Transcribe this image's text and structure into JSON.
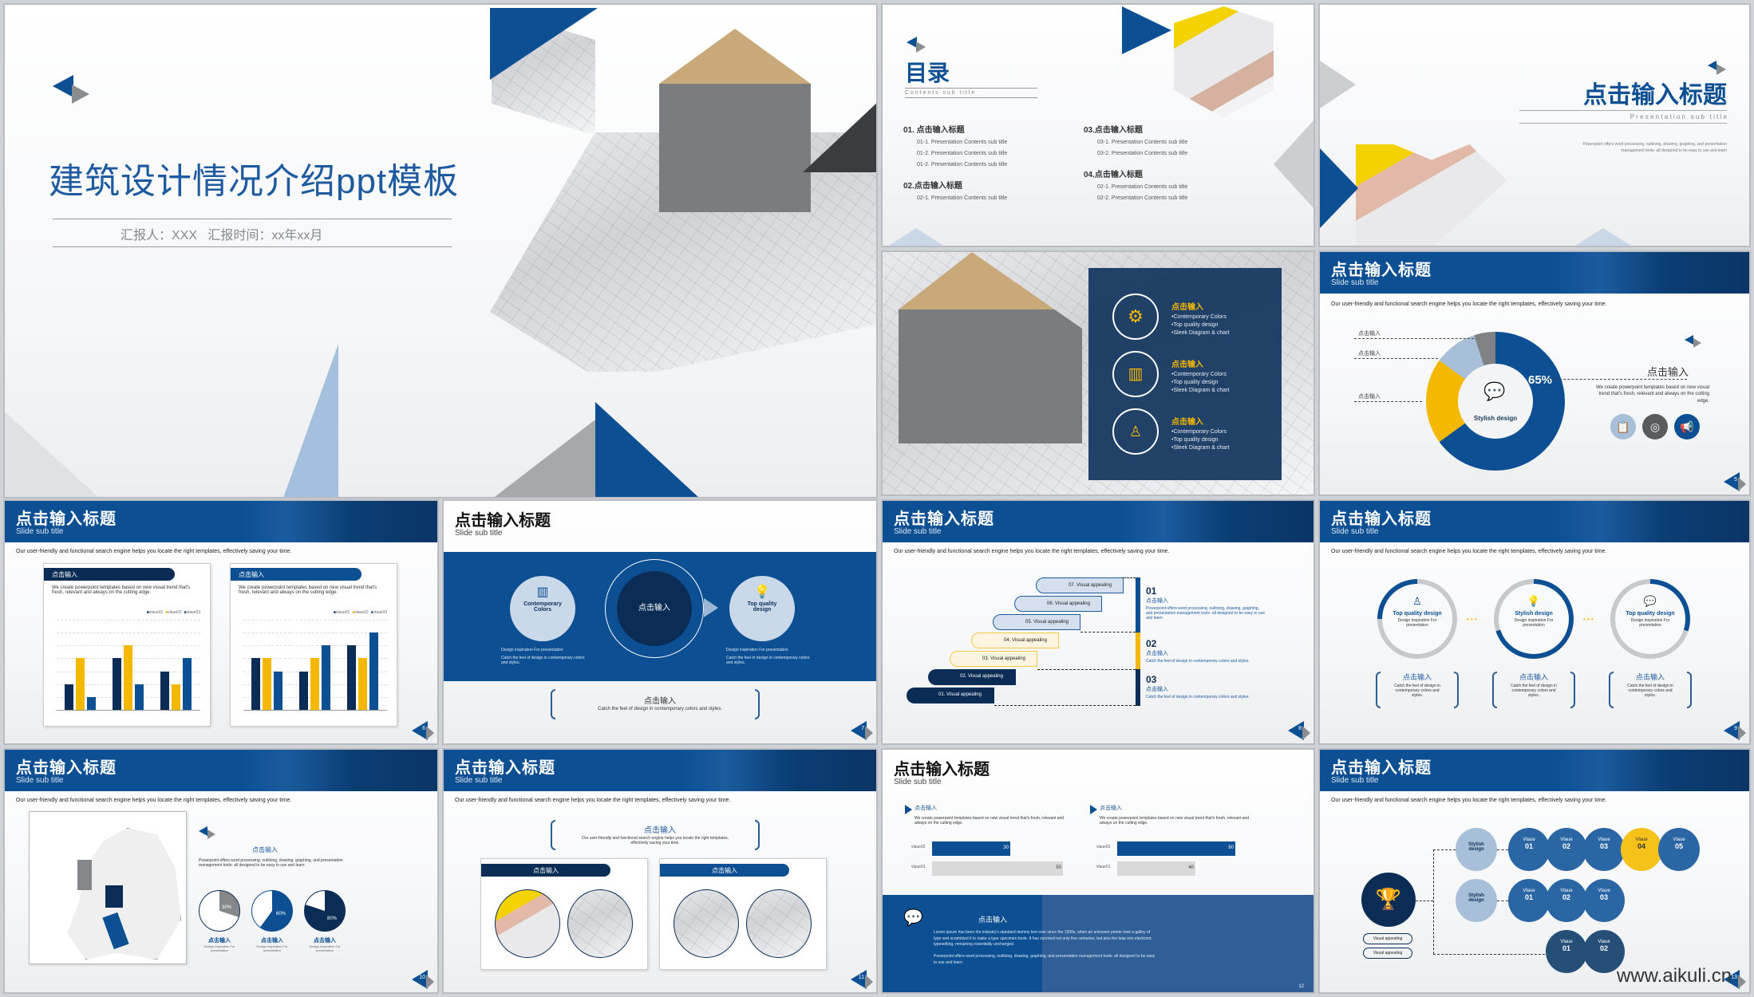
{
  "colors": {
    "primary": "#0c4f93",
    "navy": "#0b2d55",
    "accent": "#f5b800",
    "gray": "#8a8d90",
    "light": "#a7bfd8"
  },
  "slide1": {
    "title": "建筑设计情况介绍ppt模板",
    "reporter": "汇报人：XXX   汇报时间：xx年xx月"
  },
  "slide2": {
    "title": "目录",
    "subtitle": "C o n t e n t s   s u b   t i t l e",
    "sections": [
      {
        "heading": "01. 点击输入标题",
        "items": [
          "01-1. Presentation Contents sub title",
          "01-2. Presentation Contents sub title",
          "01-2. Presentation Contents sub title"
        ]
      },
      {
        "heading": "02.点击输入标题",
        "items": [
          "02-1. Presentation Contents sub title"
        ]
      },
      {
        "heading": "03.点击输入标题",
        "items": [
          "03-1. Presentation Contents sub title",
          "03-2. Presentation Contents sub title"
        ]
      },
      {
        "heading": "04.点击输入标题",
        "items": [
          "02-1. Presentation Contents sub title",
          "02-2. Presentation Contents sub title"
        ]
      }
    ]
  },
  "slide3": {
    "title": "点击输入标题",
    "subtitle": "P r e s e n t a t i o n   s u b   t i t l e",
    "desc": "Powerpoint offers word processing, outlining, drawing, graphing, and presentation management tools- all designed to be easy to use and learn"
  },
  "slide4": {
    "items": [
      {
        "icon": "gears-icon",
        "heading": "点击输入",
        "bullets": [
          "•Contemporary Colors",
          "•Top quality design",
          "•Sleek Diagram & chart"
        ]
      },
      {
        "icon": "presentation-chart-icon",
        "heading": "点击输入",
        "bullets": [
          "•Contemporary Colors",
          "•Top quality design",
          "•Sleek Diagram & chart"
        ]
      },
      {
        "icon": "org-chart-icon",
        "heading": "点击输入",
        "bullets": [
          "•Contemporary Colors",
          "•Top quality design",
          "•Sleek Diagram & chart"
        ]
      }
    ]
  },
  "common": {
    "title": "点击输入标题",
    "subtitle": "Slide sub title",
    "intro": "Our user-friendly and functional search engine helps you locate the right templates, effectively saving your time.",
    "input": "点击输入",
    "create_text": "We create powerpoint templates based on new visual trend that's fresh, relevant and always on the cutting edge.",
    "catch_text": "Catch the feel of design in contemporary colors and styles.",
    "design_inspiration": "Design inspiration For presentation",
    "visual_appealing": "Visual appealing"
  },
  "slide5": {
    "page": "5",
    "center_label": "Stylish design",
    "big_pct": "65%",
    "labels": [
      "点击输入",
      "点击输入",
      "点击输入"
    ],
    "right_heading": "点击输入",
    "right_text": "We create powerpoint templates based on new visual trend that's fresh, relevant and always on the cutting edge."
  },
  "slide6": {
    "page": "6"
  },
  "slide7": {
    "page": "7",
    "left_title": "Contemporary Colors",
    "right_title": "Top quality design",
    "center": "点击输入",
    "bullets": [
      "Design inspiration For presentation",
      "Catch the feel of design in contemporary colors and styles."
    ]
  },
  "slide8": {
    "page": "8",
    "steps": [
      "07. Visual appealing",
      "06. Visual appealing",
      "05. Visual appealing",
      "04. Visual appealing",
      "03. Visual appealing",
      "02. Visual appealing",
      "01. Visual appealing"
    ],
    "blocks": [
      {
        "num": "01",
        "title": "点击输入",
        "text": "Powerpoint offers word processing, outlining, drawing, graphing, and presentation management tools- all designed to be easy to use and learn"
      },
      {
        "num": "02",
        "title": "点击输入",
        "text": "Catch the feel of design in contemporary colors and styles."
      },
      {
        "num": "03",
        "title": "点击输入",
        "text": "Catch the feel of design in contemporary colors and styles."
      }
    ]
  },
  "slide9": {
    "page": "9",
    "rings": [
      {
        "title": "Top quality design",
        "text": "Design inspiration For presentation"
      },
      {
        "title": "Stylish design",
        "text": "Design inspiration For presentation"
      },
      {
        "title": "Top quality design",
        "text": "Design inspiration For presentation"
      }
    ],
    "box_text": "Catch the feel of design in contemporary colors and styles."
  },
  "slide10": {
    "page": "10",
    "heading": "点击输入",
    "text": "Powerpoint offers word processing, outlining, drawing, graphing, and presentation management tools- all designed to be easy to use and learn",
    "pies": [
      {
        "pct": "30%",
        "label": "点击输入",
        "text": "Design inspiration For presentation"
      },
      {
        "pct": "60%",
        "label": "点击输入",
        "text": "Design inspiration For presentation"
      },
      {
        "pct": "80%",
        "label": "点击输入",
        "text": "Design inspiration For presentation"
      }
    ]
  },
  "slide11": {
    "page": "11",
    "bracket_title": "点击输入",
    "bracket_text": "Our user-friendly and functional search engine helps you locate the right templates, effectively saving your time.",
    "cards": [
      "点击输入",
      "点击输入"
    ]
  },
  "slide12": {
    "page": "12",
    "blocks": [
      {
        "heading": "点击输入",
        "text": "We create powerpoint templates based on new visual trend that's fresh, relevant and always on the cutting edge.",
        "bars": [
          {
            "label": "vlaue02",
            "value": "30"
          },
          {
            "label": "vlaue01",
            "value": "50"
          }
        ]
      },
      {
        "heading": "点击输入",
        "text": "We create powerpoint templates based on new visual trend that's fresh, relevant and always on the cutting edge.",
        "bars": [
          {
            "label": "vlaue02",
            "value": "60"
          },
          {
            "label": "vlaue01",
            "value": "40"
          }
        ]
      }
    ],
    "bottom_heading": "点击输入",
    "bottom_p1": "Lorem Ipsum has been the industry's standard dummy text ever since the 1500s, when an unknown printer took a galley of type and scrambled it to make a type specimen book. It has survived not only five centuries, but also the leap into electronic typesetting, remaining essentially unchanged.",
    "bottom_p2": "Powerpoint offers word processing, outlining, drawing, graphing, and presentation management tools- all designed to be easy to use and learn"
  },
  "slide13": {
    "page": "13",
    "stylish": "Stylish design",
    "row1": [
      {
        "l": "Vlaue",
        "n": "01"
      },
      {
        "l": "Vlaue",
        "n": "02"
      },
      {
        "l": "Vlaue",
        "n": "03"
      },
      {
        "l": "Vlaue",
        "n": "04"
      },
      {
        "l": "Vlaue",
        "n": "05"
      }
    ],
    "row2": [
      {
        "l": "Vlaue",
        "n": "01"
      },
      {
        "l": "Vlaue",
        "n": "02"
      },
      {
        "l": "Vlaue",
        "n": "03"
      }
    ],
    "row3": [
      {
        "l": "Vlaue",
        "n": "01"
      },
      {
        "l": "Vlaue",
        "n": "02"
      }
    ],
    "pills": [
      "Visual appealing",
      "Visual appealing"
    ]
  },
  "watermark": "www.aikuli.cn",
  "chart_data": [
    {
      "type": "bar",
      "title": "slide6-left",
      "categories": [
        "vlaue01",
        "vlaue02",
        "vlaue03"
      ],
      "series": [
        {
          "name": "vlaue01",
          "values": [
            2,
            4,
            3
          ]
        },
        {
          "name": "vlaue02",
          "values": [
            4,
            5,
            2
          ]
        },
        {
          "name": "vlaue03",
          "values": [
            1,
            2,
            4
          ]
        }
      ],
      "ylim": [
        0,
        7
      ]
    },
    {
      "type": "bar",
      "title": "slide6-right",
      "categories": [
        "vlaue01",
        "vlaue02",
        "vlaue03"
      ],
      "series": [
        {
          "name": "vlaue01",
          "values": [
            4,
            3,
            5
          ]
        },
        {
          "name": "vlaue02",
          "values": [
            4,
            4,
            4
          ]
        },
        {
          "name": "vlaue03",
          "values": [
            3,
            5,
            6
          ]
        }
      ],
      "ylim": [
        0,
        7
      ]
    },
    {
      "type": "pie",
      "title": "slide5-donut",
      "categories": [
        "value01",
        "value02",
        "value03",
        "value04"
      ],
      "values": [
        65,
        20,
        10,
        5
      ]
    },
    {
      "type": "pie",
      "title": "slide10-pies",
      "categories": [
        "pie1",
        "pie2",
        "pie3"
      ],
      "values": [
        30,
        60,
        80
      ]
    },
    {
      "type": "bar",
      "title": "slide12-left",
      "categories": [
        "vlaue02",
        "vlaue01"
      ],
      "values": [
        30,
        50
      ]
    },
    {
      "type": "bar",
      "title": "slide12-right",
      "categories": [
        "vlaue02",
        "vlaue01"
      ],
      "values": [
        60,
        40
      ]
    }
  ]
}
